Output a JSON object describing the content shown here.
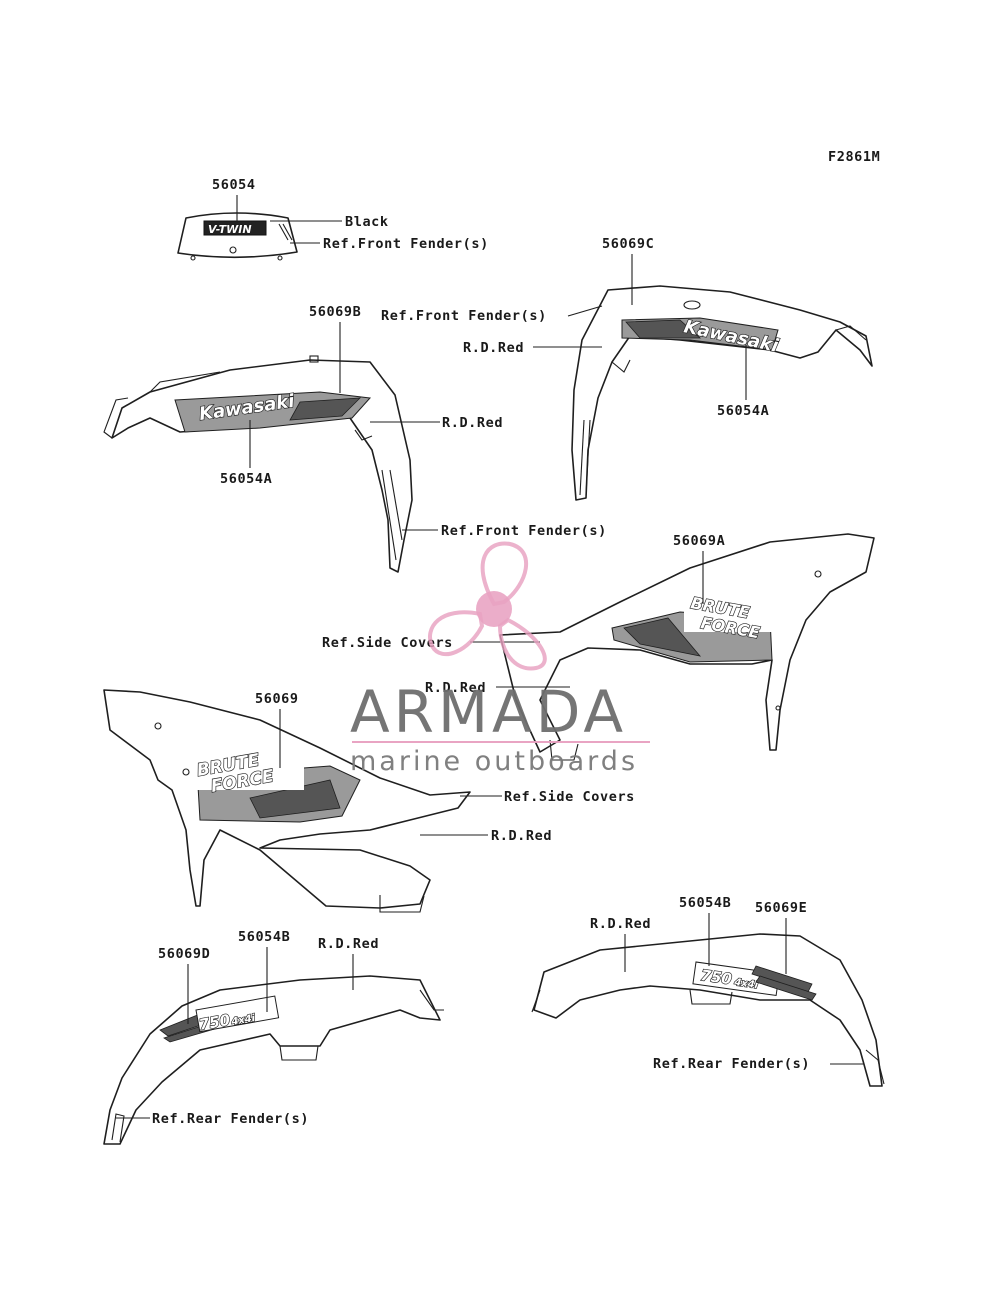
{
  "figure_code": "F2861M",
  "decals": {
    "vtwin": "V-TWIN",
    "kawasaki_left": "Kawasaki",
    "kawasaki_right": "Kawasaki",
    "brute_upper_1": "BRUTE",
    "brute_upper_2": "FORCE",
    "brute_lower_1": "BRUTE",
    "brute_lower_2": "FORCE",
    "model_left": "750",
    "model_left_suffix": "4x4i",
    "model_right": "750",
    "model_right_suffix": "4x4i"
  },
  "labels": {
    "p56054": "56054",
    "black": "Black",
    "ref_front_1": "Ref.Front Fender(s)",
    "p56069C": "56069C",
    "ref_front_2": "Ref.Front Fender(s)",
    "rd_red_1": "R.D.Red",
    "p56069B": "56069B",
    "rd_red_2": "R.D.Red",
    "p56054A_right": "56054A",
    "p56054A_left": "56054A",
    "ref_front_3": "Ref.Front Fender(s)",
    "p56069A": "56069A",
    "ref_side_1": "Ref.Side Covers",
    "rd_red_3": "R.D.Red",
    "p56069": "56069",
    "ref_side_2": "Ref.Side Covers",
    "rd_red_4": "R.D.Red",
    "p56054B_right": "56054B",
    "p56069E": "56069E",
    "rd_red_5": "R.D.Red",
    "p56069D": "56069D",
    "p56054B_left": "56054B",
    "rd_red_6": "R.D.Red",
    "ref_rear_1": "Ref.Rear Fender(s)",
    "ref_rear_2": "Ref.Rear Fender(s)"
  },
  "watermark": {
    "brand": "ARMADA",
    "tagline": "marine outboards",
    "accent_color": "#e8a0c0"
  },
  "colors": {
    "line": "#1f1f1f",
    "background": "#ffffff"
  }
}
